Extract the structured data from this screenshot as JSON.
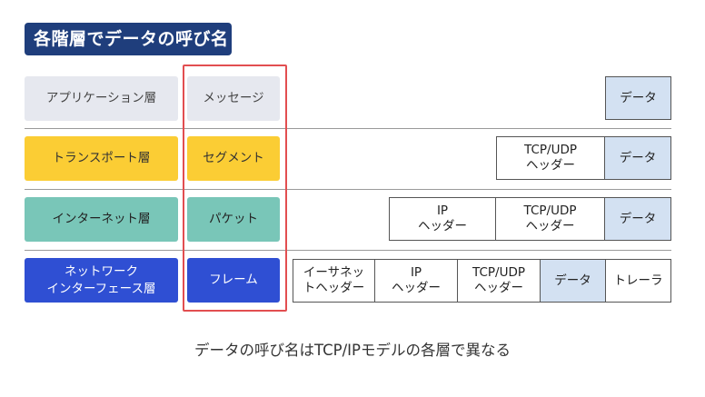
{
  "title": "各階層でデータの呼び名",
  "rows": [
    {
      "layer": "アプリケーション層",
      "data_name": "メッセージ",
      "segments": [
        "データ"
      ]
    },
    {
      "layer": "トランスポート層",
      "data_name": "セグメント",
      "segments": [
        "TCP/UDP\nヘッダー",
        "データ"
      ]
    },
    {
      "layer": "インターネット層",
      "data_name": "パケット",
      "segments": [
        "IP\nヘッダー",
        "TCP/UDP\nヘッダー",
        "データ"
      ]
    },
    {
      "layer": "ネットワーク\nインターフェース層",
      "data_name": "フレーム",
      "segments": [
        "イーサネッ\nトヘッダー",
        "IP\nヘッダー",
        "TCP/UDP\nヘッダー",
        "データ",
        "トレーラ"
      ]
    }
  ],
  "caption": "データの呼び名はTCP/IPモデルの各層で異なる",
  "colors": {
    "title_bg": "#1f3e7c",
    "application": "#e6e8ef",
    "transport": "#fbcd34",
    "internet": "#79c6b8",
    "network_interface": "#2f4fd3",
    "data_segment": "#d3e1f2",
    "highlight_border": "#e24e50"
  }
}
